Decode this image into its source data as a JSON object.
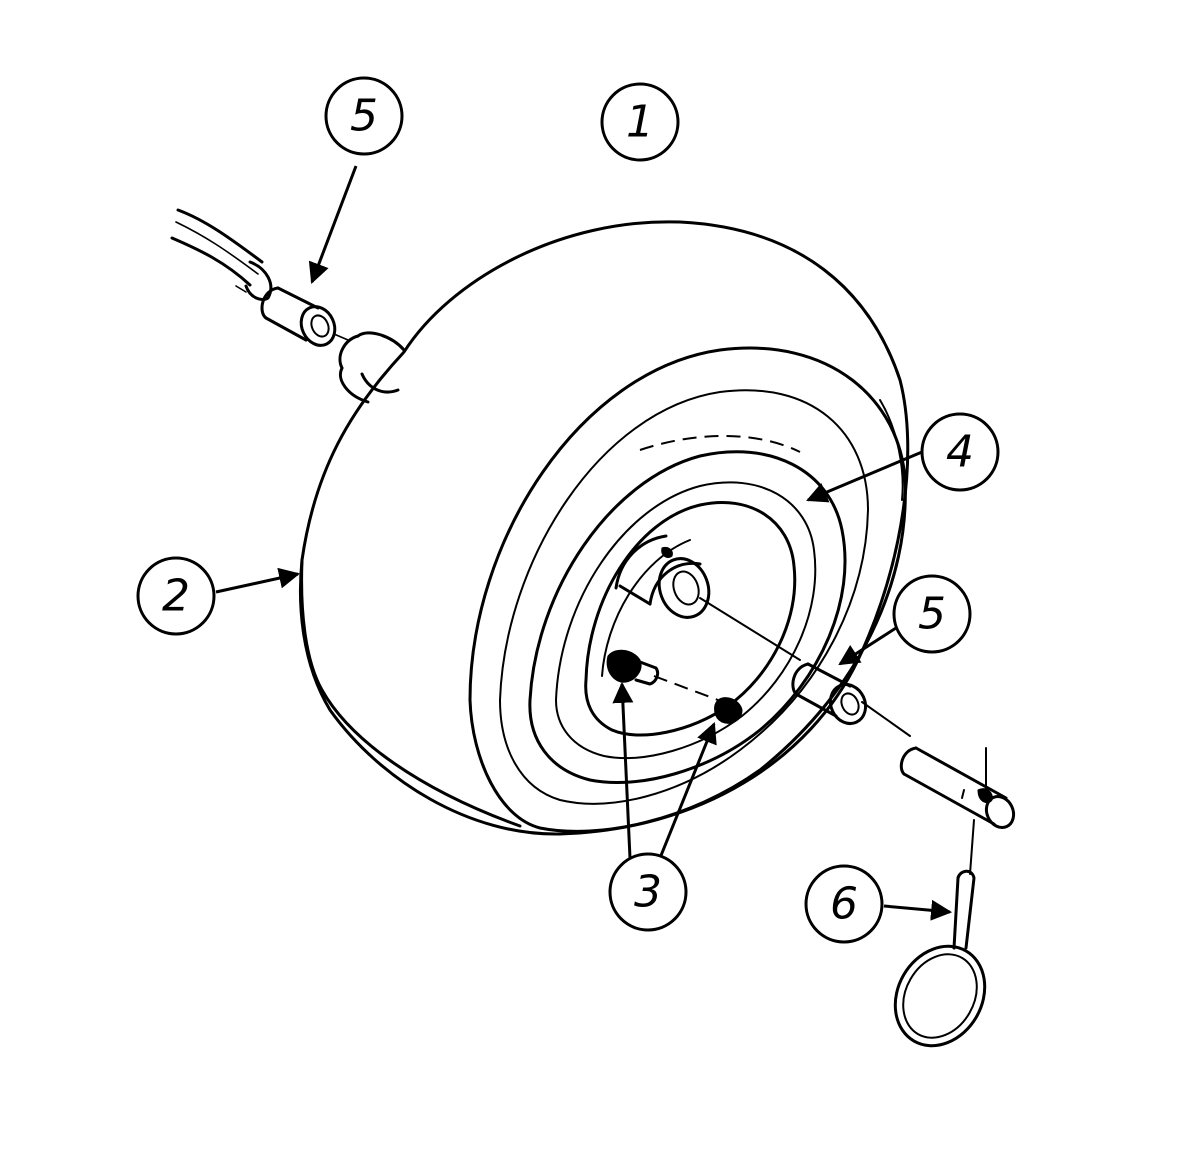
{
  "colors": {
    "line": "#000000",
    "background": "#ffffff"
  },
  "callouts": {
    "c1": "1",
    "c2": "2",
    "c3": "3",
    "c4": "4",
    "c5_left": "5",
    "c5_right": "5",
    "c6": "6"
  }
}
